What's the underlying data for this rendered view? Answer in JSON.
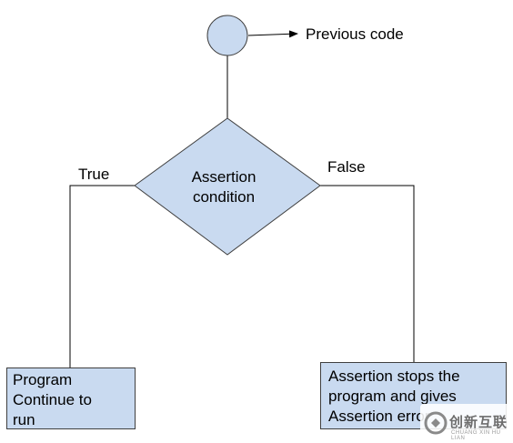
{
  "start_node": {
    "annotation": "Previous code"
  },
  "decision": {
    "line1": "Assertion",
    "line2": "condition",
    "true_label": "True",
    "false_label": "False"
  },
  "true_outcome": {
    "lines": [
      "Program",
      "Continue to",
      "run"
    ]
  },
  "false_outcome": {
    "lines": [
      "Assertion stops the",
      "program and gives",
      "Assertion error"
    ]
  },
  "watermark": {
    "text": "创新互联",
    "subtext": "CHUANG XIN HU LIAN"
  },
  "colors": {
    "node_fill": "#c9daf0",
    "stroke": "#3f3f3f"
  }
}
